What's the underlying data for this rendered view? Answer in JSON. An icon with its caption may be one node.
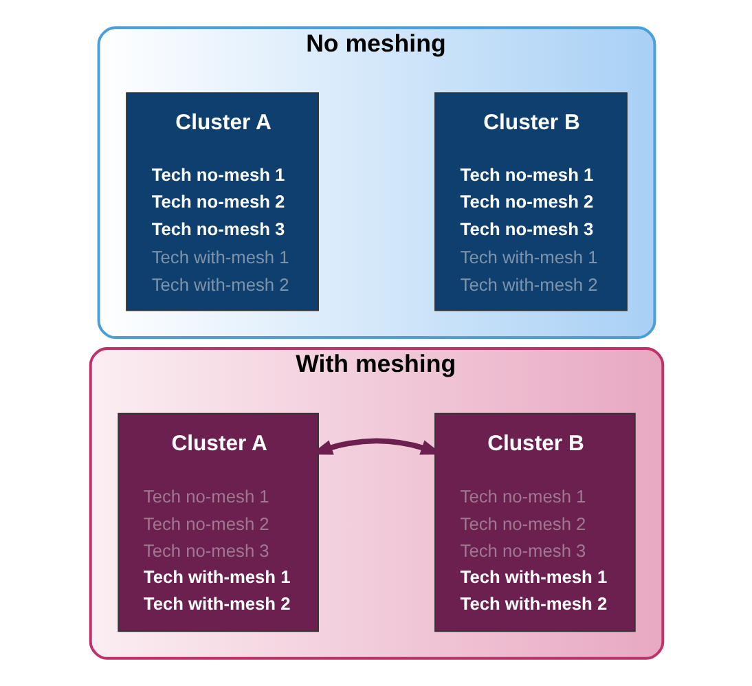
{
  "diagram": {
    "nodes": [
      {
        "text": [
          "No meshing"
        ]
      },
      {
        "text": [
          "Cluster A",
          "Tech no-mesh 1",
          "Tech no-mesh 2",
          "Tech no-mesh 3",
          "Tech with-mesh 1",
          "Tech with-mesh 2"
        ],
        "in": 0
      },
      {
        "text": [
          "Cluster B",
          "Tech no-mesh 1",
          "Tech no-mesh 2",
          "Tech no-mesh 3",
          "Tech with-mesh 1",
          "Tech with-mesh 2"
        ],
        "in": 0
      },
      {
        "text": [
          "With meshing"
        ]
      },
      {
        "text": [
          "Cluster A",
          "Tech no-mesh 1",
          "Tech no-mesh 2",
          "Tech no-mesh 3",
          "Tech with-mesh 1",
          "Tech with-mesh 2"
        ],
        "in": 3
      },
      {
        "text": [
          "Cluster B",
          "Tech no-mesh 1",
          "Tech no-mesh 2",
          "Tech no-mesh 3",
          "Tech with-mesh 1",
          "Tech with-mesh 2"
        ],
        "in": 3
      }
    ],
    "edges": [
      {
        "from": 4,
        "to": 5,
        "arrow": "both"
      }
    ]
  }
}
